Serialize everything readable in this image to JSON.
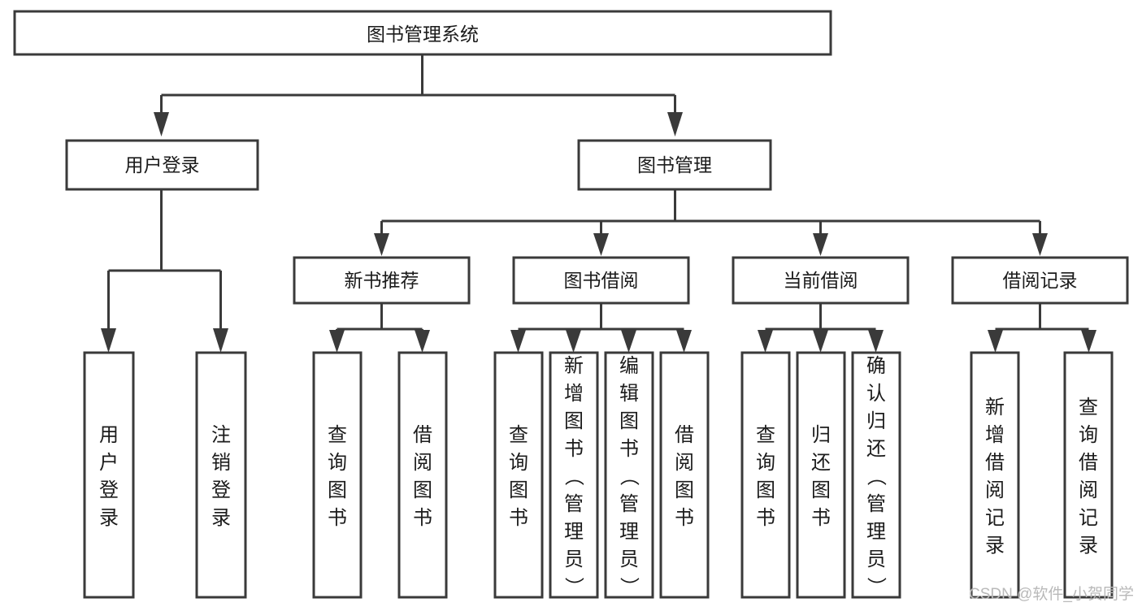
{
  "diagram": {
    "type": "tree",
    "title": "图书管理系统",
    "orientation": "top-down",
    "colors": {
      "box_fill": "#ffffff",
      "box_stroke": "#3a3a3a",
      "connector": "#3a3a3a",
      "text": "#1b1b1b",
      "watermark": "#b9b9b9",
      "background": "#ffffff"
    },
    "root": {
      "label": "图书管理系统",
      "orientation": "horizontal"
    },
    "level1": [
      {
        "label": "用户登录",
        "orientation": "horizontal"
      },
      {
        "label": "图书管理",
        "orientation": "horizontal"
      }
    ],
    "level2": [
      {
        "label": "新书推荐",
        "orientation": "horizontal"
      },
      {
        "label": "图书借阅",
        "orientation": "horizontal"
      },
      {
        "label": "当前借阅",
        "orientation": "horizontal"
      },
      {
        "label": "借阅记录",
        "orientation": "horizontal"
      }
    ],
    "leaves": {
      "user_login": [
        {
          "label": "用户登录",
          "orientation": "vertical"
        },
        {
          "label": "注销登录",
          "orientation": "vertical"
        }
      ],
      "new_book_recommend": [
        {
          "label": "查询图书",
          "orientation": "vertical"
        },
        {
          "label": "借阅图书",
          "orientation": "vertical"
        }
      ],
      "book_borrow": [
        {
          "label": "查询图书",
          "orientation": "vertical"
        },
        {
          "label": "新增图书（管理员）",
          "orientation": "vertical"
        },
        {
          "label": "编辑图书（管理员）",
          "orientation": "vertical"
        },
        {
          "label": "借阅图书",
          "orientation": "vertical"
        }
      ],
      "current_borrow": [
        {
          "label": "查询图书",
          "orientation": "vertical"
        },
        {
          "label": "归还图书",
          "orientation": "vertical"
        },
        {
          "label": "确认归还（管理员）",
          "orientation": "vertical"
        }
      ],
      "borrow_records": [
        {
          "label": "新增借阅记录",
          "orientation": "vertical"
        },
        {
          "label": "查询借阅记录",
          "orientation": "vertical"
        }
      ]
    }
  },
  "watermark": {
    "text": "CSDN @软件_小贺同学"
  }
}
